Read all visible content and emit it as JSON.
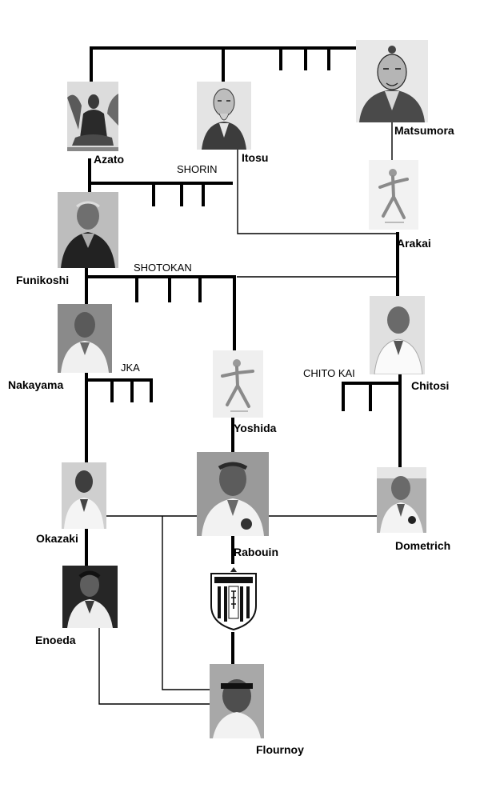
{
  "people": {
    "azato": {
      "name": "Azato",
      "photo": "engraving-portrait"
    },
    "itosu": {
      "name": "Itosu",
      "photo": "engraving-portrait"
    },
    "matsumora": {
      "name": "Matsumora",
      "photo": "engraving-portrait"
    },
    "arakai": {
      "name": "Arakai",
      "photo": "karate-stance-sketch"
    },
    "funikoshi": {
      "name": "Funikoshi",
      "photo": "portrait-photo"
    },
    "nakayama": {
      "name": "Nakayama",
      "photo": "portrait-photo"
    },
    "yoshida": {
      "name": "Yoshida",
      "photo": "karate-stance-sketch"
    },
    "chitosi": {
      "name": "Chitosi",
      "photo": "portrait-photo"
    },
    "okazaki": {
      "name": "Okazaki",
      "photo": "portrait-photo"
    },
    "rabouin": {
      "name": "Rabouin",
      "photo": "portrait-photo"
    },
    "dometrich": {
      "name": "Dometrich",
      "photo": "portrait-photo"
    },
    "enoeda": {
      "name": "Enoeda",
      "photo": "portrait-photo"
    },
    "flournoy": {
      "name": "Flournoy",
      "photo": "portrait-photo"
    }
  },
  "branches": {
    "shorin": "SHORIN",
    "shotokan": "SHOTOKAN",
    "jka": "JKA",
    "chito_kai": "CHITO KAI"
  },
  "emblem": {
    "kind": "karate-school-shield-emblem"
  },
  "colors": {
    "line": "#000000",
    "background": "#ffffff"
  }
}
